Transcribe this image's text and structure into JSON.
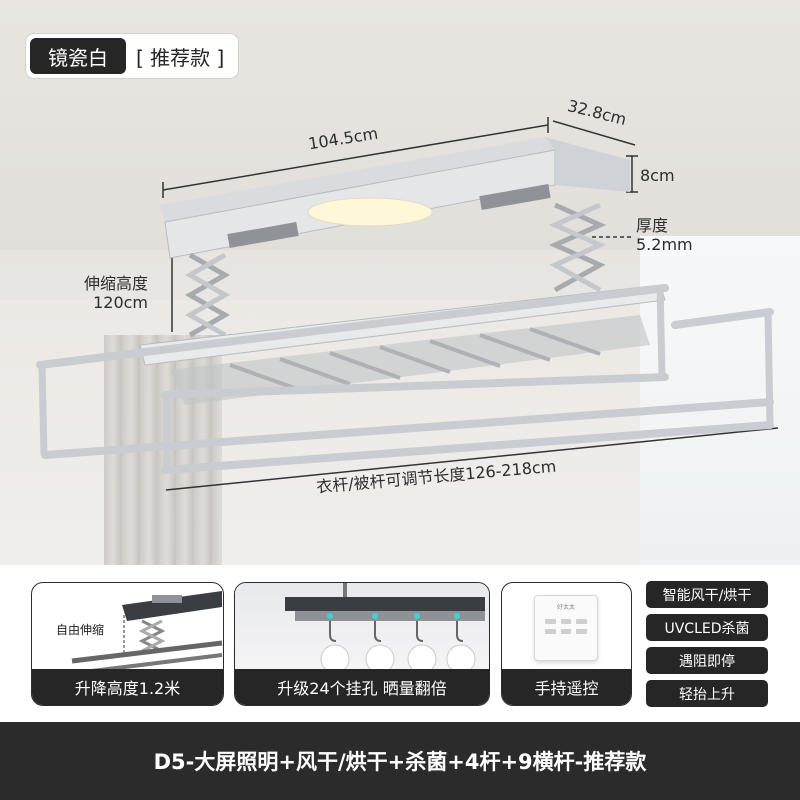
{
  "spec_selector": {
    "selected_label": "镜瓷白",
    "option_label": "[ 推荐款 ]"
  },
  "dimensions": {
    "width": "104.5cm",
    "depth": "32.8cm",
    "height": "8cm",
    "thickness_label": "厚度",
    "thickness_value": "5.2mm",
    "lift_label": "伸缩高度",
    "lift_value": "120cm",
    "rod_length": "衣杆/被杆可调节长度126-218cm"
  },
  "features": [
    {
      "caption": "升降高度1.2米",
      "image_label": "自由伸缩"
    },
    {
      "caption": "升级24个挂孔 晒量翻倍"
    },
    {
      "caption": "手持遥控",
      "remote_brand": "好太太"
    }
  ],
  "tags": [
    "智能风干/烘干",
    "UVCLED杀菌",
    "遇阻即停",
    "轻抬上升"
  ],
  "footer": {
    "title": "D5-大屏照明+风干/烘干+杀菌+4杆+9横杆-推荐款"
  },
  "colors": {
    "dark": "#262626",
    "footer_bg": "#2b2b2b",
    "light_panel": "#fff8d8"
  }
}
